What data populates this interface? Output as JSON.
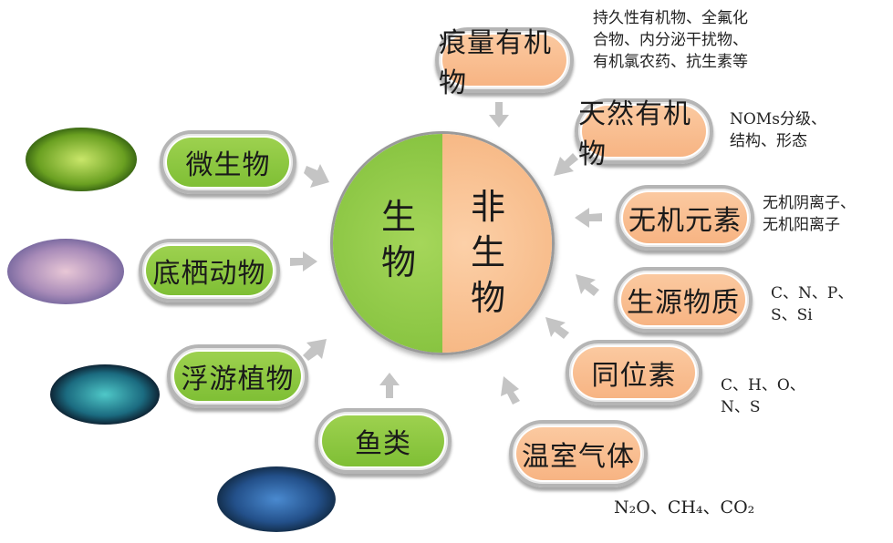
{
  "center": {
    "biotic": "生物",
    "abiotic": "非生物"
  },
  "biotic_items": [
    {
      "label": "微生物"
    },
    {
      "label": "底栖动物"
    },
    {
      "label": "浮游植物"
    },
    {
      "label": "鱼类"
    }
  ],
  "abiotic_items": [
    {
      "label": "痕量有机物",
      "note": "持久性有机物、全氟化\n合物、内分泌干扰物、\n有机氯农药、抗生素等"
    },
    {
      "label": "天然有机物",
      "note": "NOMs分级、\n结构、形态"
    },
    {
      "label": "无机元素",
      "note": "无机阴离子、\n无机阳离子"
    },
    {
      "label": "生源物质",
      "note": "C、N、P、\nS、Si"
    },
    {
      "label": "同位素",
      "note": "C、H、O、\nN、S"
    },
    {
      "label": "温室气体",
      "note": "N₂O、CH₄、CO₂"
    }
  ],
  "colors": {
    "green": "#8cc63f",
    "orange": "#f8bd8c",
    "arrow": "#c4c4c4"
  }
}
